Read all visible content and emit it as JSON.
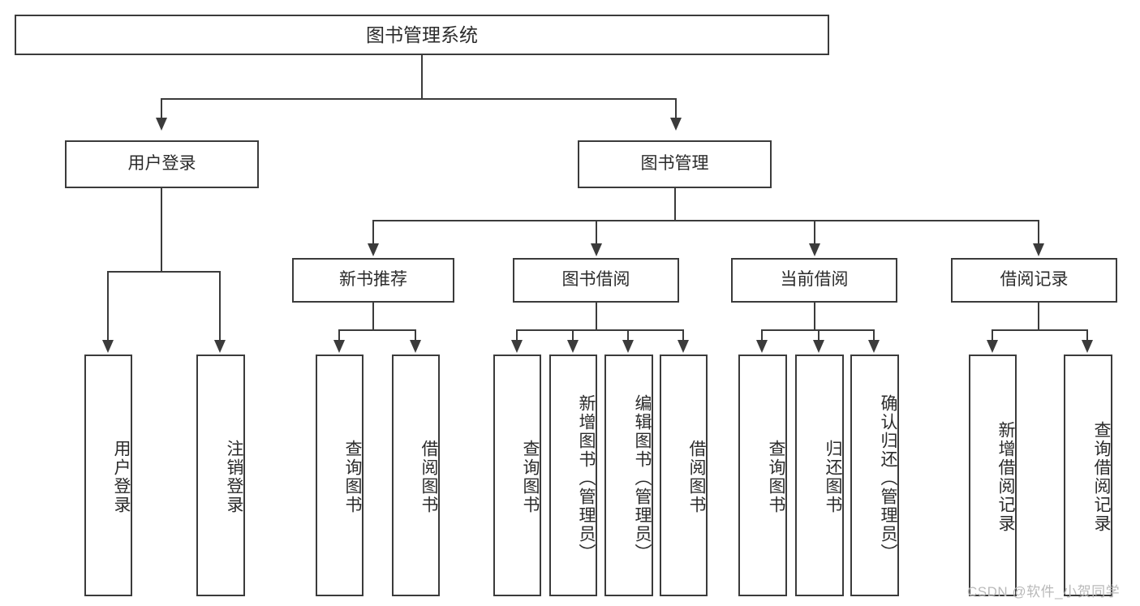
{
  "diagram": {
    "type": "tree-hierarchy",
    "title": "图书管理系统",
    "root": {
      "label": "图书管理系统"
    },
    "level2": [
      {
        "label": "用户登录"
      },
      {
        "label": "图书管理"
      }
    ],
    "level3": [
      {
        "label": "新书推荐"
      },
      {
        "label": "图书借阅"
      },
      {
        "label": "当前借阅"
      },
      {
        "label": "借阅记录"
      }
    ],
    "leaves": {
      "user_login": [
        {
          "label": "用户登录"
        },
        {
          "label": "注销登录"
        }
      ],
      "new_book": [
        {
          "label": "查询图书"
        },
        {
          "label": "借阅图书"
        }
      ],
      "book_borrow": [
        {
          "label": "查询图书"
        },
        {
          "label": "新增图书（管理员）"
        },
        {
          "label": "编辑图书（管理员）"
        },
        {
          "label": "借阅图书"
        }
      ],
      "current_borrow": [
        {
          "label": "查询图书"
        },
        {
          "label": "归还图书"
        },
        {
          "label": "确认归还（管理员）"
        }
      ],
      "borrow_record": [
        {
          "label": "新增借阅记录"
        },
        {
          "label": "查询借阅记录"
        }
      ]
    }
  },
  "watermark": {
    "text": "CSDN @软件_小贺同学"
  },
  "colors": {
    "stroke": "#3b3b3b",
    "text": "#2b2b2b",
    "background": "#ffffff",
    "watermark": "#b9b9b9"
  }
}
